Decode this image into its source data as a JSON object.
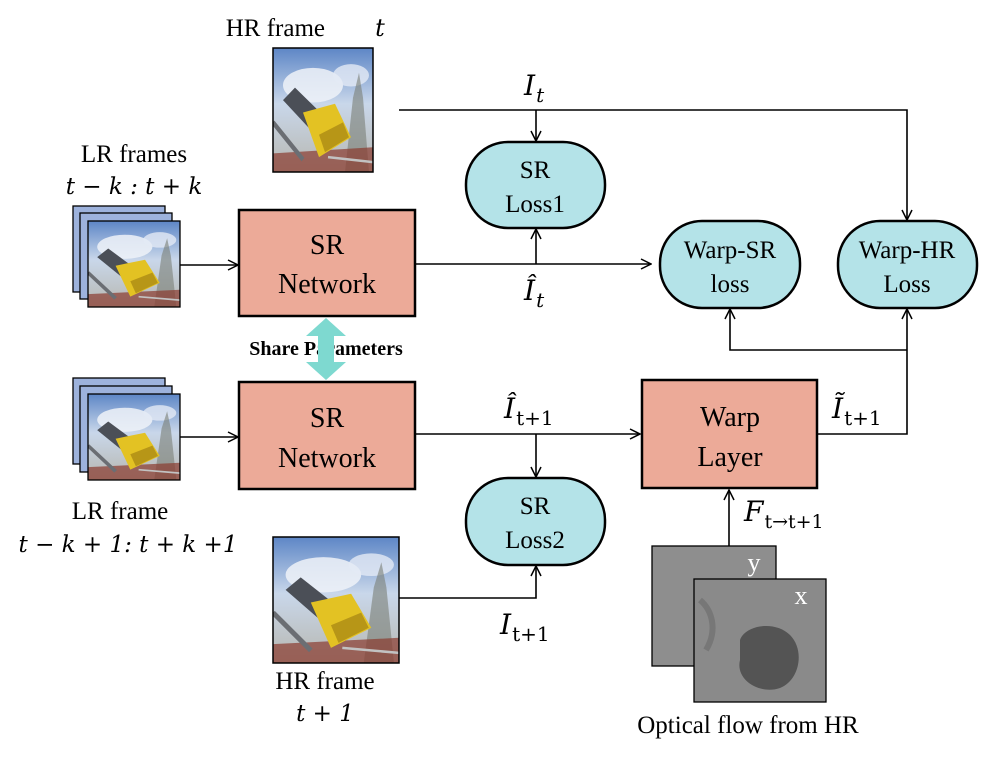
{
  "labels": {
    "hr_frame_t": "HR frame",
    "hr_frame_t_var": "t",
    "lr_frames": "LR frames",
    "lr_frames_range": "t − k : t + k",
    "lr_frame": "LR frame",
    "lr_frame_range": "t − k + 1: t + k +1",
    "hr_frame_t1_line1": "HR frame",
    "hr_frame_t1_line2": "t + 1",
    "optical_flow": "Optical flow from HR",
    "share_parameters": "Share Parameters",
    "flow_y": "y",
    "flow_x": "x"
  },
  "nodes": {
    "sr_network_1": [
      "SR",
      "Network"
    ],
    "sr_network_2": [
      "SR",
      "Network"
    ],
    "sr_loss1": [
      "SR",
      "Loss1"
    ],
    "sr_loss2": [
      "SR",
      "Loss2"
    ],
    "warp_sr_loss": [
      "Warp-SR",
      "loss"
    ],
    "warp_hr_loss": [
      "Warp-HR",
      "Loss"
    ],
    "warp_layer": [
      "Warp",
      "Layer"
    ]
  },
  "edge_labels": {
    "I_t": "I",
    "I_t_sub": "t",
    "Ihat_t": "Î",
    "Ihat_t_sub": "t",
    "Ihat_t1": "Î",
    "Ihat_t1_sub": "t+1",
    "Itilde_t1": "Ĩ",
    "Itilde_t1_sub": "t+1",
    "I_t1": "I",
    "I_t1_sub": "t+1",
    "F": "F",
    "F_sub": "t→t+1"
  },
  "colors": {
    "network_box": "#ecaa98",
    "loss_box": "#b4e3e8",
    "share_arrow": "#7ed9d0"
  }
}
